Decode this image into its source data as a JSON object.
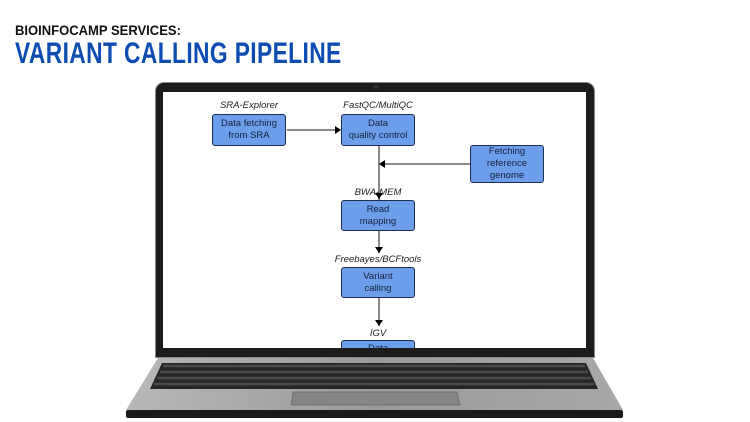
{
  "header": {
    "subtitle": "BIOINFOCAMP SERVICES:",
    "title": "VARIANT CALLING PIPELINE"
  },
  "colors": {
    "title": "#0d4cb0",
    "box_fill": "#6d9eeb",
    "box_border": "#1f2d4d"
  },
  "pipeline": {
    "steps": [
      {
        "tool": "SRA-Explorer",
        "label": "Data fetching\nfrom SRA"
      },
      {
        "tool": "FastQC/MultiQC",
        "label": "Data\nquality control"
      },
      {
        "tool": "",
        "label": "Fetching\nreference\ngenome"
      },
      {
        "tool": "BWA-MEM",
        "label": "Read\nmapping"
      },
      {
        "tool": "Freebayes/BCFtools",
        "label": "Variant\ncalling"
      },
      {
        "tool": "IGV",
        "label": "Data"
      }
    ]
  }
}
